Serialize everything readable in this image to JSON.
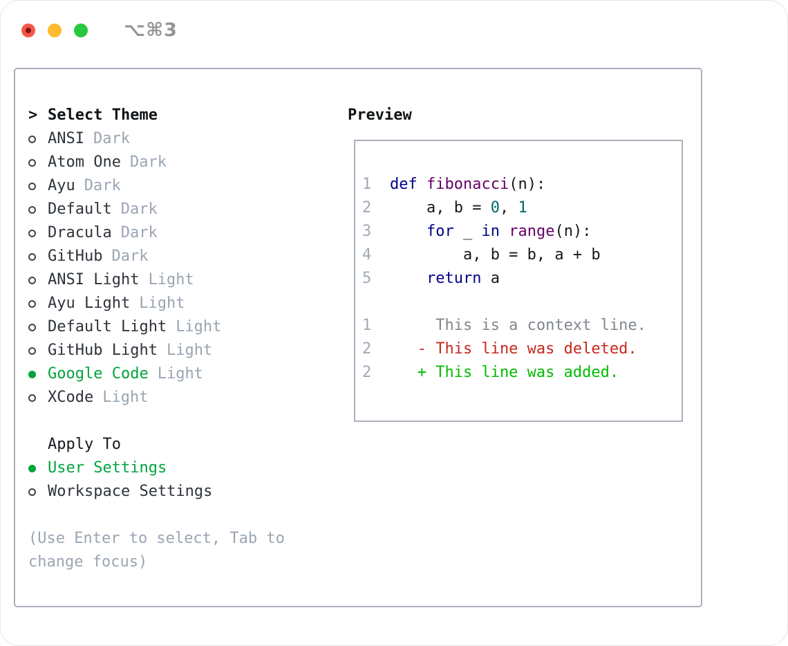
{
  "titlebar": {
    "shortcut": "⌥⌘3",
    "title_color": "#939699",
    "lights": {
      "red": "#f4564c",
      "red_dot": "#7e150b",
      "yellow": "#febc2e",
      "green": "#28c73f"
    }
  },
  "accent_green": "#00a43d",
  "muted_gray": "#9aa5b2",
  "theme_picker": {
    "prompt": ">",
    "title": "Select Theme",
    "items": [
      {
        "name": "ANSI",
        "variant": "Dark",
        "selected": false
      },
      {
        "name": "Atom One",
        "variant": "Dark",
        "selected": false
      },
      {
        "name": "Ayu",
        "variant": "Dark",
        "selected": false
      },
      {
        "name": "Default",
        "variant": "Dark",
        "selected": false
      },
      {
        "name": "Dracula",
        "variant": "Dark",
        "selected": false
      },
      {
        "name": "GitHub",
        "variant": "Dark",
        "selected": false
      },
      {
        "name": "ANSI Light",
        "variant": "Light",
        "selected": false
      },
      {
        "name": "Ayu Light",
        "variant": "Light",
        "selected": false
      },
      {
        "name": "Default Light",
        "variant": "Light",
        "selected": false
      },
      {
        "name": "GitHub Light",
        "variant": "Light",
        "selected": false
      },
      {
        "name": "Google Code",
        "variant": "Light",
        "selected": true
      },
      {
        "name": "XCode",
        "variant": "Light",
        "selected": false
      }
    ]
  },
  "apply_to": {
    "title": "Apply To",
    "options": [
      {
        "label": "User Settings",
        "selected": true
      },
      {
        "label": "Workspace Settings",
        "selected": false
      }
    ]
  },
  "help_text": "(Use Enter to select, Tab to change focus)",
  "preview": {
    "title": "Preview",
    "colors": {
      "lineno": "#9fa9b4",
      "kw": "#000088",
      "fn": "#660066",
      "num": "#006666",
      "plain": "#17181a",
      "ctx": "#80868e",
      "del": "#c5281c",
      "add": "#00bb00"
    },
    "lines": [
      {
        "num": "1",
        "segments": [
          {
            "t": "def",
            "c": "kw"
          },
          {
            "t": " ",
            "c": "plain"
          },
          {
            "t": "fibonacci",
            "c": "fn"
          },
          {
            "t": "(n):",
            "c": "plain"
          }
        ]
      },
      {
        "num": "2",
        "segments": [
          {
            "t": "    a, b = ",
            "c": "plain"
          },
          {
            "t": "0",
            "c": "num"
          },
          {
            "t": ", ",
            "c": "plain"
          },
          {
            "t": "1",
            "c": "num"
          }
        ]
      },
      {
        "num": "3",
        "segments": [
          {
            "t": "    ",
            "c": "plain"
          },
          {
            "t": "for",
            "c": "kw"
          },
          {
            "t": " _ ",
            "c": "plain"
          },
          {
            "t": "in",
            "c": "kw"
          },
          {
            "t": " ",
            "c": "plain"
          },
          {
            "t": "range",
            "c": "fn"
          },
          {
            "t": "(n):",
            "c": "plain"
          }
        ]
      },
      {
        "num": "4",
        "segments": [
          {
            "t": "        a, b = b, a + b",
            "c": "plain"
          }
        ]
      },
      {
        "num": "5",
        "segments": [
          {
            "t": "    ",
            "c": "plain"
          },
          {
            "t": "return",
            "c": "kw"
          },
          {
            "t": " a",
            "c": "plain"
          }
        ]
      },
      {
        "num": "",
        "segments": []
      },
      {
        "num": "1",
        "segments": [
          {
            "t": "     This is a context line.",
            "c": "ctx"
          }
        ]
      },
      {
        "num": "2",
        "segments": [
          {
            "t": "   - This line was deleted.",
            "c": "del"
          }
        ]
      },
      {
        "num": "2",
        "segments": [
          {
            "t": "   + This line was added.",
            "c": "add"
          }
        ]
      }
    ]
  }
}
